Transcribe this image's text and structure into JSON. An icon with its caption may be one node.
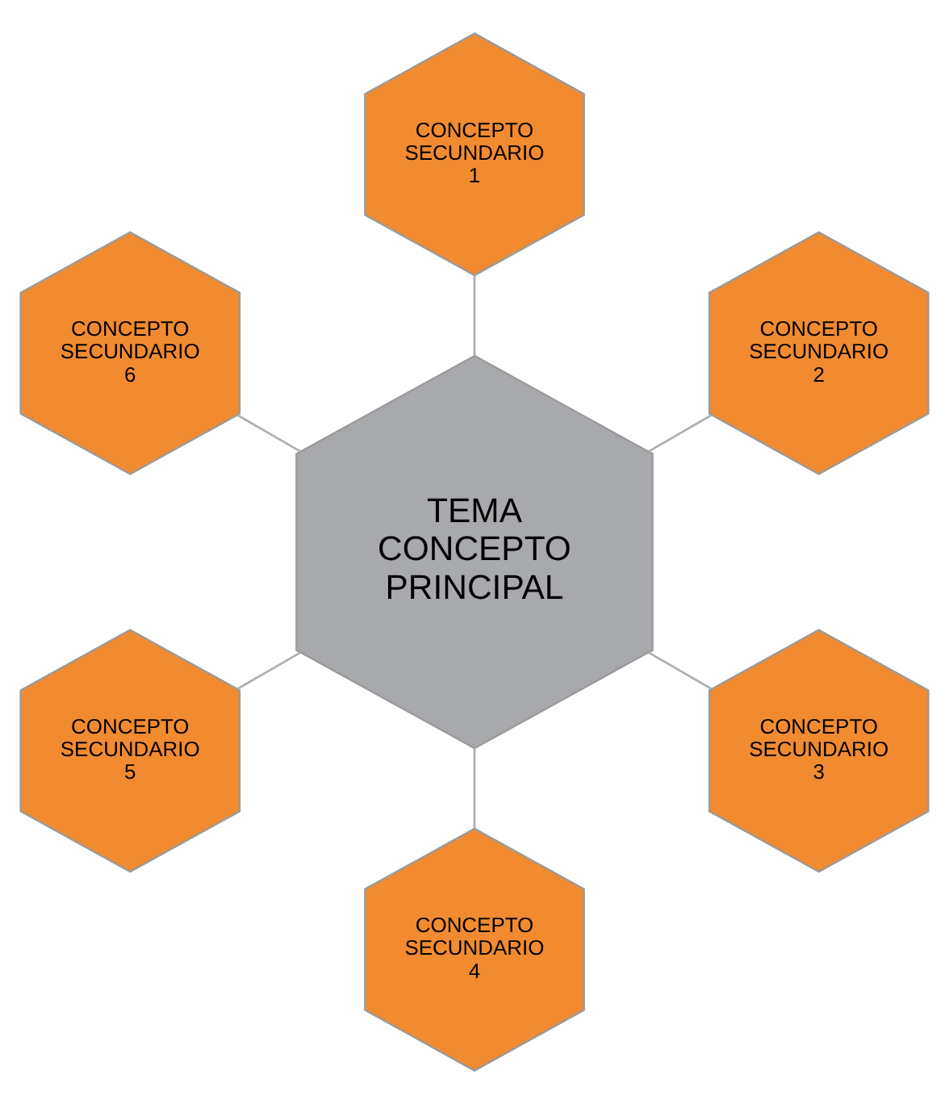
{
  "diagram": {
    "nodes": [
      {
        "text": [
          "TEMA CONCEPTO PRINCIPAL"
        ]
      },
      {
        "text": [
          "CONCEPTO SECUNDARIO 1"
        ]
      },
      {
        "text": [
          "CONCEPTO SECUNDARIO 2"
        ]
      },
      {
        "text": [
          "CONCEPTO SECUNDARIO 3"
        ]
      },
      {
        "text": [
          "CONCEPTO SECUNDARIO 4"
        ]
      },
      {
        "text": [
          "CONCEPTO SECUNDARIO 5"
        ]
      },
      {
        "text": [
          "CONCEPTO SECUNDARIO 6"
        ]
      }
    ],
    "edges": [
      {
        "from": 0,
        "to": 1,
        "arrow": "none"
      },
      {
        "from": 0,
        "to": 2,
        "arrow": "none"
      },
      {
        "from": 0,
        "to": 3,
        "arrow": "none"
      },
      {
        "from": 0,
        "to": 4,
        "arrow": "none"
      },
      {
        "from": 0,
        "to": 5,
        "arrow": "none"
      },
      {
        "from": 0,
        "to": 6,
        "arrow": "none"
      }
    ]
  }
}
